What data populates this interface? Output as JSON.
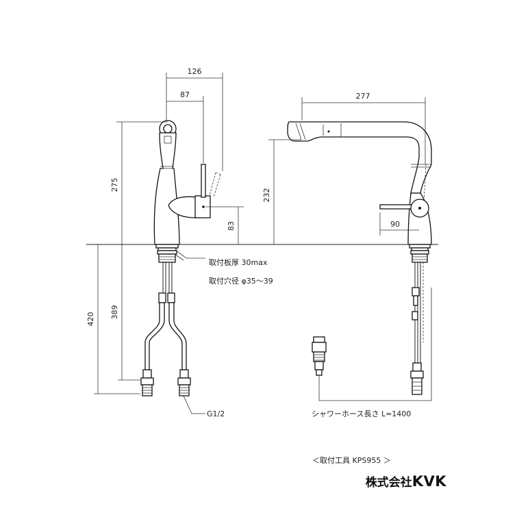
{
  "dimensions": {
    "width_126": "126",
    "width_87": "87",
    "height_275": "275",
    "height_83": "83",
    "depth_420": "420",
    "depth_389": "389",
    "width_277": "277",
    "height_232": "232",
    "width_90": "90"
  },
  "notes": {
    "mounting_thickness": "取付板厚 30max",
    "mounting_hole": "取付穴径 φ35～39",
    "thread": "G1/2",
    "shower_hose": "シャワーホース長さ L=1400",
    "mounting_tool": "＜取付工具 KPS955 ＞"
  },
  "brand": {
    "company_prefix": "株式会社",
    "logo": "KVK"
  },
  "icons": [
    "faucet-front-view",
    "faucet-side-view",
    "hose-connector"
  ]
}
